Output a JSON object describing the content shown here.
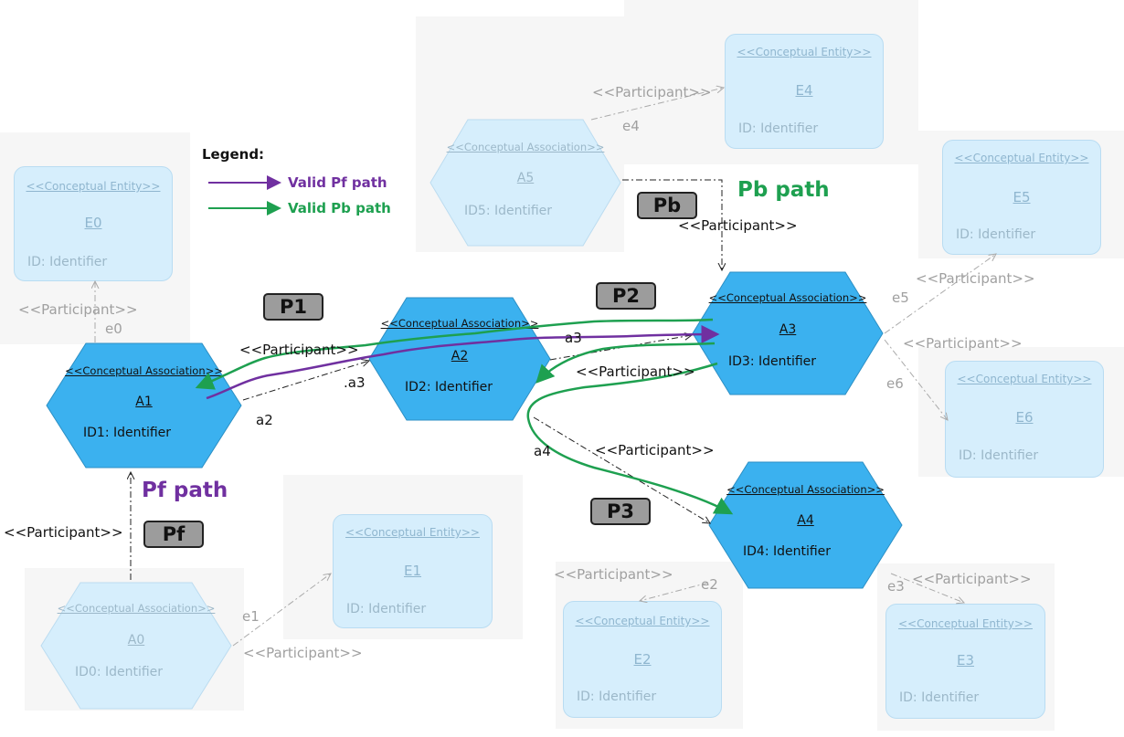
{
  "legend": {
    "title": "Legend:",
    "items": [
      {
        "label": "Valid Pf path",
        "color": "#7030a0"
      },
      {
        "label": "Valid Pb path",
        "color": "#1ea050"
      }
    ]
  },
  "path_titles": {
    "pf": "Pf path",
    "pb": "Pb path"
  },
  "badges": {
    "p1": "P1",
    "p2": "P2",
    "p3": "P3",
    "pf": "Pf",
    "pb": "Pb"
  },
  "entities": {
    "e0": {
      "stereotype": "<<Conceptual Entity>>",
      "name": "E0",
      "id": "ID: Identifier"
    },
    "e1": {
      "stereotype": "<<Conceptual Entity>>",
      "name": "E1",
      "id": "ID: Identifier"
    },
    "e2": {
      "stereotype": "<<Conceptual Entity>>",
      "name": "E2",
      "id": "ID: Identifier"
    },
    "e3": {
      "stereotype": "<<Conceptual Entity>>",
      "name": "E3",
      "id": "ID: Identifier"
    },
    "e4": {
      "stereotype": "<<Conceptual Entity>>",
      "name": "E4",
      "id": "ID: Identifier"
    },
    "e5": {
      "stereotype": "<<Conceptual Entity>>",
      "name": "E5",
      "id": "ID: Identifier"
    },
    "e6": {
      "stereotype": "<<Conceptual Entity>>",
      "name": "E6",
      "id": "ID: Identifier"
    }
  },
  "associations": {
    "a0": {
      "stereotype": "<<Conceptual Association>>",
      "name": "A0",
      "id": "ID0: Identifier"
    },
    "a1": {
      "stereotype": "<<Conceptual Association>>",
      "name": "A1",
      "id": "ID1: Identifier"
    },
    "a2": {
      "stereotype": "<<Conceptual Association>>",
      "name": "A2",
      "id": "ID2: Identifier"
    },
    "a3": {
      "stereotype": "<<Conceptual Association>>",
      "name": "A3",
      "id": "ID3: Identifier"
    },
    "a4": {
      "stereotype": "<<Conceptual Association>>",
      "name": "A4",
      "id": "ID4: Identifier"
    },
    "a5": {
      "stereotype": "<<Conceptual Association>>",
      "name": "A5",
      "id": "ID5: Identifier"
    }
  },
  "participant": "<<Participant>>",
  "edge_labels": {
    "e0": "e0",
    "e1": "e1",
    "e2": "e2",
    "e3": "e3",
    "e4": "e4",
    "e5": "e5",
    "e6": "e6",
    "a2": "a2",
    "a3": "a3",
    "a3_dot": ".a3",
    "a4": "a4"
  },
  "colors": {
    "pf": "#7030a0",
    "pb": "#1ea050",
    "active_fill": "#3bb1ef",
    "faded_fill": "#cfe9f9"
  }
}
